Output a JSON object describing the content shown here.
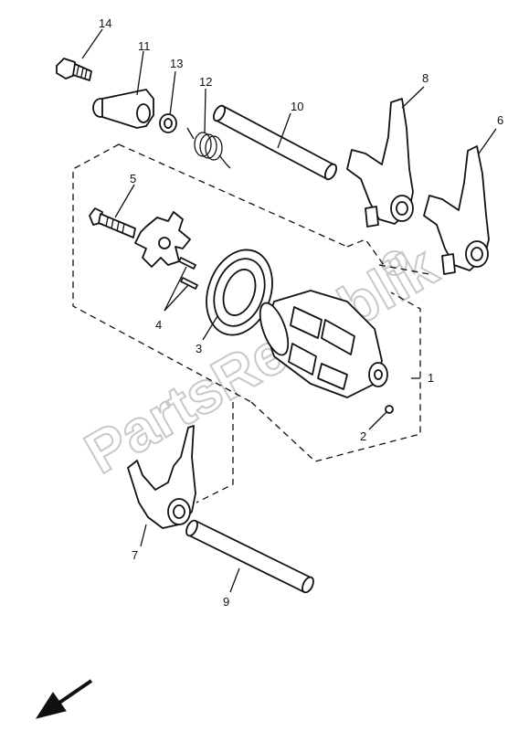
{
  "labels": {
    "p1": "1",
    "p2": "2",
    "p3": "3",
    "p4": "4",
    "p5": "5",
    "p6": "6",
    "p7": "7",
    "p8": "8",
    "p9": "9",
    "p10": "10",
    "p11": "11",
    "p12": "12",
    "p13": "13",
    "p14": "14"
  },
  "watermark": "PartsRepublik",
  "colors": {
    "line": "#111111",
    "watermark": "#c8c8c8",
    "background": "#ffffff"
  },
  "icons": {
    "direction_arrow": "arrow-down-left-icon",
    "watermark_gear": "gear-icon"
  }
}
